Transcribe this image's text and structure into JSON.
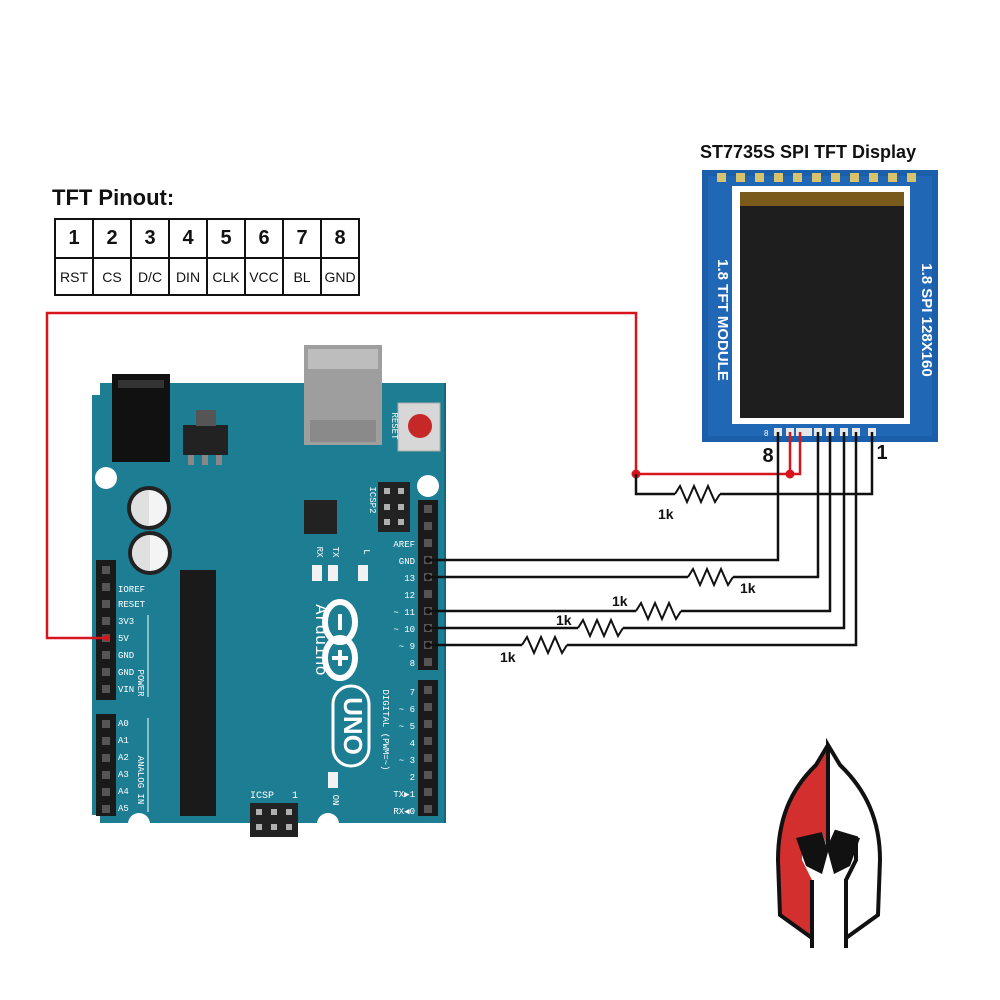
{
  "pinout": {
    "title": "TFT Pinout:",
    "pins": [
      {
        "num": "1",
        "name": "RST"
      },
      {
        "num": "2",
        "name": "CS"
      },
      {
        "num": "3",
        "name": "D/C"
      },
      {
        "num": "4",
        "name": "DIN"
      },
      {
        "num": "5",
        "name": "CLK"
      },
      {
        "num": "6",
        "name": "VCC"
      },
      {
        "num": "7",
        "name": "BL"
      },
      {
        "num": "8",
        "name": "GND"
      }
    ]
  },
  "display": {
    "title": "ST7735S SPI TFT Display",
    "left_label": "1.8 TFT MODULE",
    "right_label": "1.8 SPI 128X160",
    "pin_first": "1",
    "pin_last": "8",
    "header_mark": "8"
  },
  "arduino": {
    "brand": "Arduino",
    "model": "UNO",
    "reset_label": "RESET",
    "icsp2_label": "ICSP2",
    "icsp_label": "ICSP",
    "icsp_pin1": "1",
    "led_labels": [
      "RX",
      "TX",
      "L"
    ],
    "on_label": "ON",
    "power_label": "POWER",
    "analog_label": "ANALOG IN",
    "digital_label": "DIGITAL (PWM=~)",
    "power_pins": [
      "IOREF",
      "RESET",
      "3V3",
      "5V",
      "GND",
      "GND",
      "VIN"
    ],
    "analog_pins": [
      "A0",
      "A1",
      "A2",
      "A3",
      "A4",
      "A5"
    ],
    "digital_upper": [
      "AREF",
      "GND",
      "13",
      "12",
      "~ 11",
      "~ 10",
      "~ 9",
      "8"
    ],
    "digital_lower": [
      "7",
      "~ 6",
      "~ 5",
      "4",
      "~ 3",
      "2",
      "TX▶1",
      "RX◀0"
    ]
  },
  "resistors": {
    "bl": "1k",
    "pin13": "1k",
    "pin11": "1k",
    "pin10": "1k",
    "pin9": "1k"
  },
  "colors": {
    "board": "#1d7d93",
    "board_dark": "#16677a",
    "power_wire": "#d8141c",
    "signal_wire": "#111111",
    "pcb_display": "#1b5eaa",
    "logo_red": "#d32f2f"
  }
}
